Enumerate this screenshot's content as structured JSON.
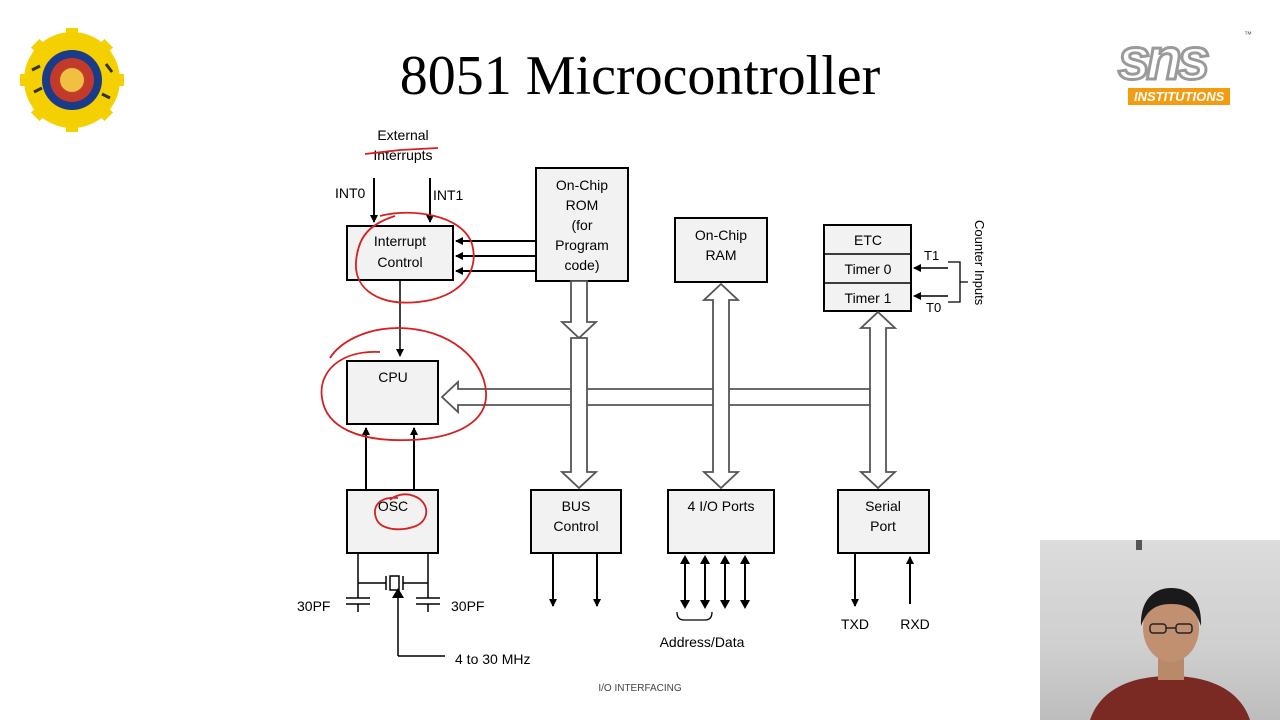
{
  "slide": {
    "title": "8051 Microcontroller",
    "footer": "I/O INTERFACING"
  },
  "logos": {
    "left_icon": "college-emblem-gear-logo",
    "right_text": "sns",
    "right_sub": "INSTITUTIONS",
    "right_tm": "™"
  },
  "diagram": {
    "external_interrupts_line1": "External",
    "external_interrupts_line2": "Interrupts",
    "int0": "INT0",
    "int1": "INT1",
    "interrupt_control": [
      "Interrupt",
      "Control"
    ],
    "on_chip_rom": [
      "On-Chip",
      "ROM",
      "(for",
      "Program",
      "code)"
    ],
    "on_chip_ram": [
      "On-Chip",
      "RAM"
    ],
    "etc": "ETC",
    "timer0": "Timer 0",
    "timer1": "Timer 1",
    "t1": "T1",
    "t0": "T0",
    "counter_inputs": "Counter Inputs",
    "cpu": "CPU",
    "osc": "OSC",
    "bus_control": [
      "BUS",
      "Control"
    ],
    "io_ports": "4 I/O Ports",
    "serial_port": [
      "Serial",
      "Port"
    ],
    "cap_left": "30PF",
    "cap_right": "30PF",
    "freq": "4 to 30 MHz",
    "address_data": "Address/Data",
    "txd": "TXD",
    "rxd": "RXD"
  },
  "colors": {
    "annotation": "#d42020",
    "box_fill": "#f2f2f2",
    "logo_yellow": "#f5d000"
  }
}
